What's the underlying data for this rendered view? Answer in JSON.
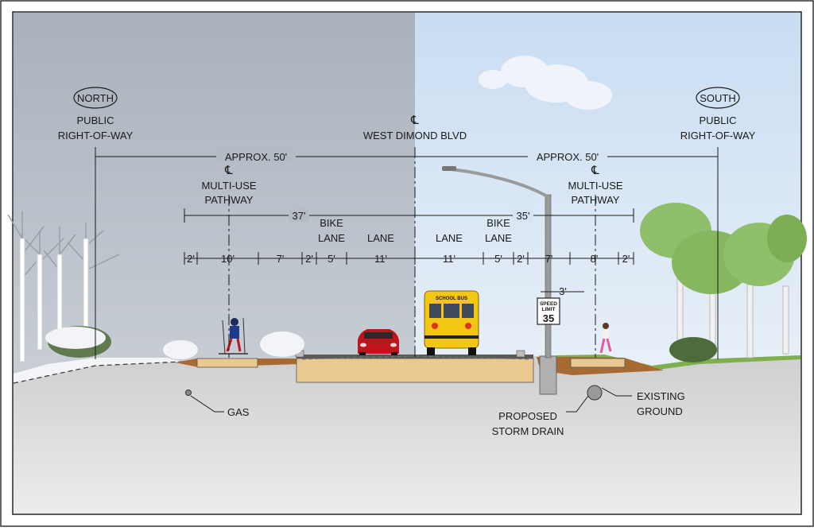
{
  "north": {
    "badge": "NORTH",
    "line1": "PUBLIC",
    "line2": "RIGHT-OF-WAY"
  },
  "south": {
    "badge": "SOUTH",
    "line1": "PUBLIC",
    "line2": "RIGHT-OF-WAY"
  },
  "centerline": {
    "symbol": "℄",
    "name": "WEST DIMOND BLVD"
  },
  "dimensions": {
    "north_total": "APPROX. 50'",
    "south_total": "APPROX. 50'",
    "north_section": "37'",
    "south_section": "35'",
    "north_pathway_symbol": "℄",
    "north_pathway_line1": "MULTI-USE",
    "north_pathway_line2": "PATHWAY",
    "south_pathway_symbol": "℄",
    "south_pathway_line1": "MULTI-USE",
    "south_pathway_line2": "PATHWAY",
    "light_offset": "3'"
  },
  "north_segments": [
    {
      "label": "",
      "value": "2'"
    },
    {
      "label": "",
      "value": "10'"
    },
    {
      "label": "",
      "value": "7'"
    },
    {
      "label": "",
      "value": "2'"
    },
    {
      "label": "BIKE LANE",
      "value": "5'"
    },
    {
      "label": "LANE",
      "value": "11'"
    }
  ],
  "south_segments": [
    {
      "label": "LANE",
      "value": "11'"
    },
    {
      "label": "BIKE LANE",
      "value": "5'"
    },
    {
      "label": "",
      "value": "2'"
    },
    {
      "label": "",
      "value": "7'"
    },
    {
      "label": "",
      "value": "8'"
    },
    {
      "label": "",
      "value": "2'"
    }
  ],
  "sign": {
    "line1": "SPEED",
    "line2": "LIMIT",
    "value": "35"
  },
  "bus_label": "SCHOOL BUS",
  "callouts": {
    "gas": "GAS",
    "storm_line1": "PROPOSED",
    "storm_line2": "STORM DRAIN",
    "ground_line1": "EXISTING",
    "ground_line2": "GROUND"
  },
  "colors": {
    "north_sky": "#b4bbc5",
    "south_sky": "#d8e6f6",
    "ground": "#d6d6d6",
    "subgrade": "#e9c98f",
    "cut_soil": "#a86a34",
    "bus": "#f2c612",
    "car": "#c0141c",
    "foliage": "#8fbf6a"
  }
}
